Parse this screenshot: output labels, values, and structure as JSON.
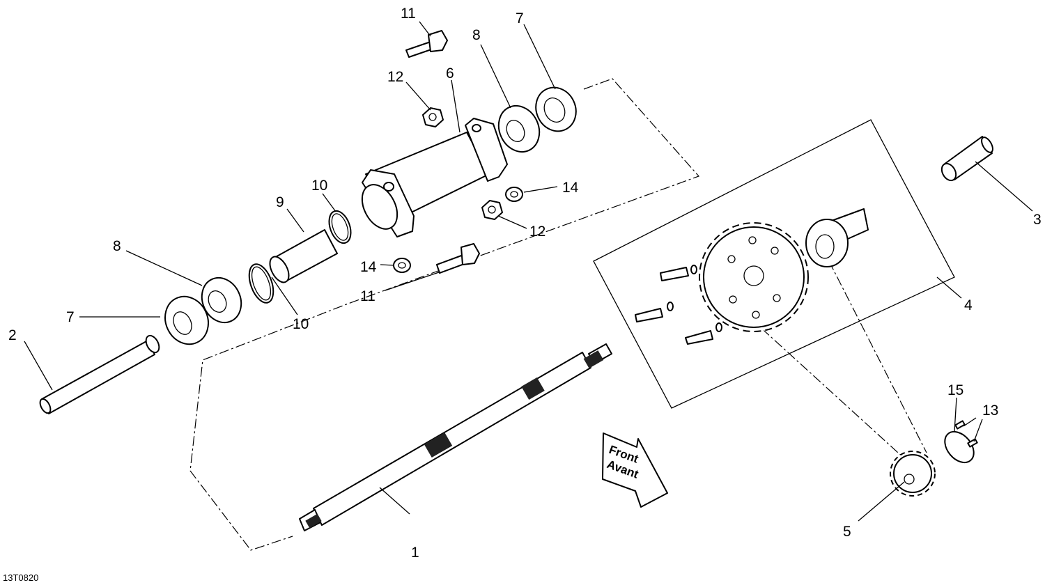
{
  "diagram": {
    "reference_code": "13T0820",
    "direction_arrow": {
      "line1": "Front",
      "line2": "Avant"
    },
    "callouts": [
      {
        "id": "c1",
        "label": "1"
      },
      {
        "id": "c2",
        "label": "2"
      },
      {
        "id": "c3",
        "label": "3"
      },
      {
        "id": "c4",
        "label": "4"
      },
      {
        "id": "c5",
        "label": "5"
      },
      {
        "id": "c6",
        "label": "6"
      },
      {
        "id": "c7a",
        "label": "7"
      },
      {
        "id": "c7b",
        "label": "7"
      },
      {
        "id": "c8a",
        "label": "8"
      },
      {
        "id": "c8b",
        "label": "8"
      },
      {
        "id": "c9",
        "label": "9"
      },
      {
        "id": "c10a",
        "label": "10"
      },
      {
        "id": "c10b",
        "label": "10"
      },
      {
        "id": "c11a",
        "label": "11"
      },
      {
        "id": "c11b",
        "label": "11"
      },
      {
        "id": "c12a",
        "label": "12"
      },
      {
        "id": "c12b",
        "label": "12"
      },
      {
        "id": "c13",
        "label": "13"
      },
      {
        "id": "c14a",
        "label": "14"
      },
      {
        "id": "c14b",
        "label": "14"
      },
      {
        "id": "c15",
        "label": "15"
      }
    ]
  }
}
